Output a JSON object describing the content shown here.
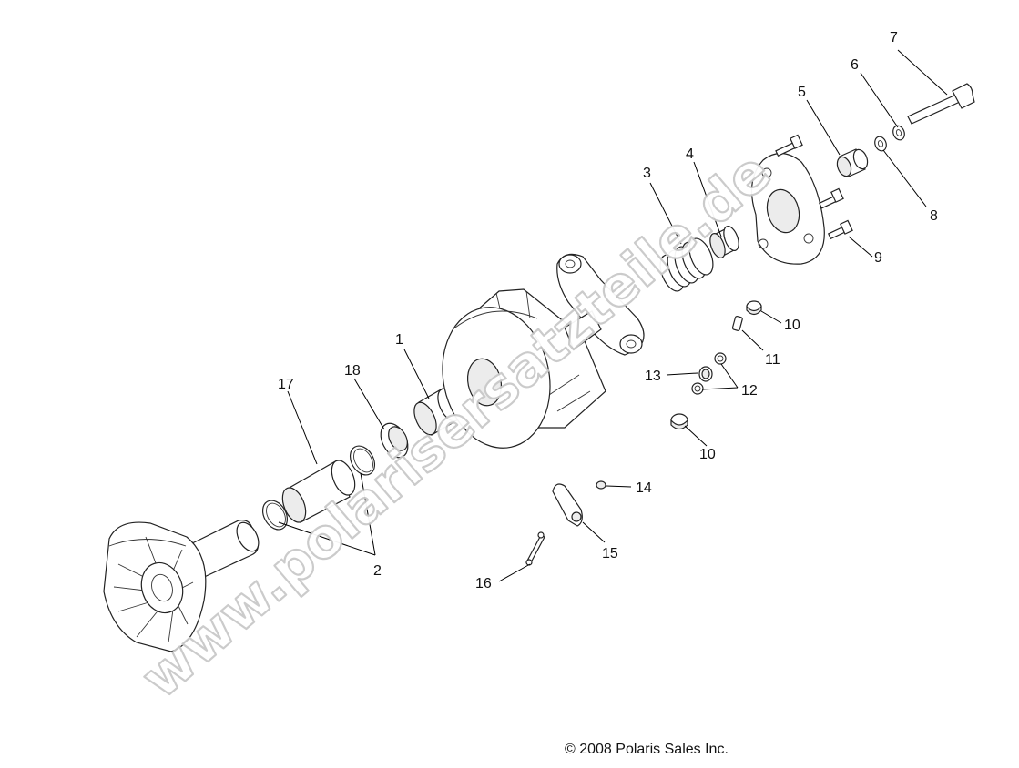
{
  "callouts": {
    "c1": "1",
    "c2": "2",
    "c3": "3",
    "c4": "4",
    "c5": "5",
    "c6": "6",
    "c7": "7",
    "c8": "8",
    "c9": "9",
    "c10a": "10",
    "c10b": "10",
    "c11": "11",
    "c12": "12",
    "c13": "13",
    "c14": "14",
    "c15": "15",
    "c16": "16",
    "c17": "17",
    "c18": "18"
  },
  "watermark": "www.polarisersatzteile.de",
  "copyright": "© 2008 Polaris Sales Inc."
}
